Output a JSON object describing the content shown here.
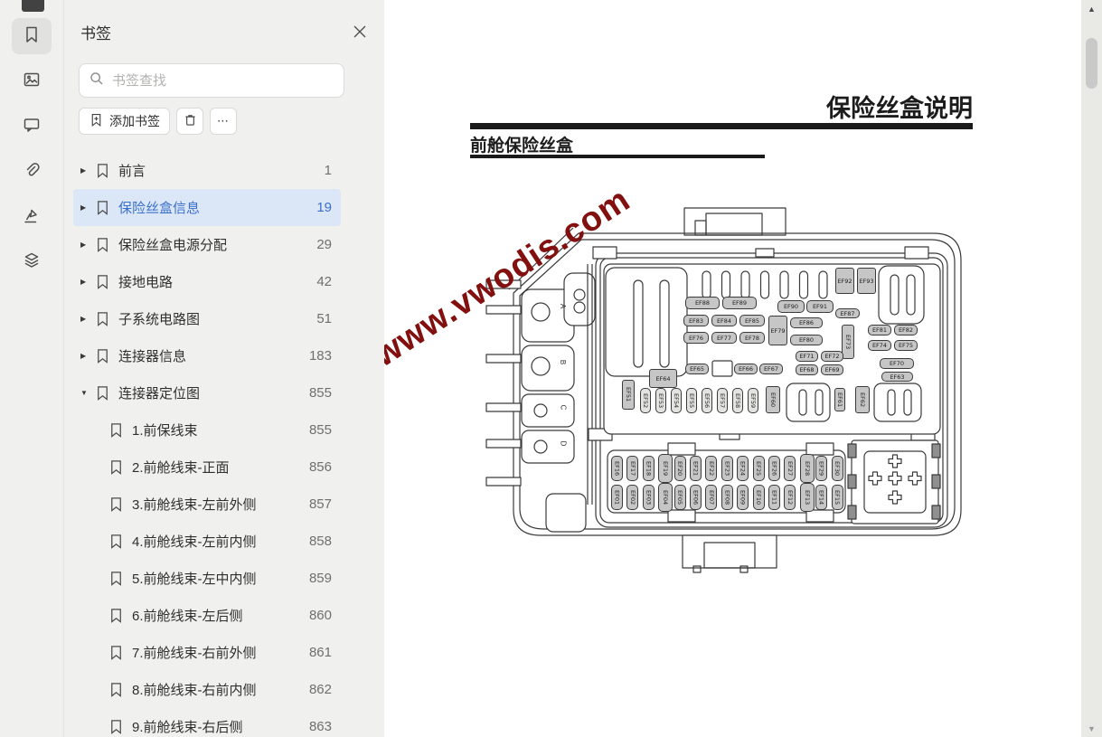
{
  "left_toolbar": {
    "items": [
      {
        "name": "bookmarks",
        "selected": true
      },
      {
        "name": "images",
        "selected": false
      },
      {
        "name": "comments",
        "selected": false
      },
      {
        "name": "attachments",
        "selected": false
      },
      {
        "name": "signature",
        "selected": false
      },
      {
        "name": "layers",
        "selected": false
      }
    ]
  },
  "bookmarks_panel": {
    "title": "书签",
    "search_placeholder": "书签查找",
    "add_bookmark_label": "添加书签",
    "more_label": "⋯",
    "selected_color": "#3a70cd",
    "selected_bg": "#dbe6f6",
    "items": [
      {
        "label": "前言",
        "page": "1",
        "level": 1,
        "arrow": "right",
        "selected": false
      },
      {
        "label": "保险丝盒信息",
        "page": "19",
        "level": 1,
        "arrow": "right",
        "selected": true
      },
      {
        "label": "保险丝盒电源分配",
        "page": "29",
        "level": 1,
        "arrow": "right",
        "selected": false
      },
      {
        "label": "接地电路",
        "page": "42",
        "level": 1,
        "arrow": "right",
        "selected": false
      },
      {
        "label": "子系统电路图",
        "page": "51",
        "level": 1,
        "arrow": "right",
        "selected": false
      },
      {
        "label": "连接器信息",
        "page": "183",
        "level": 1,
        "arrow": "right",
        "selected": false
      },
      {
        "label": "连接器定位图",
        "page": "855",
        "level": 1,
        "arrow": "down",
        "selected": false
      },
      {
        "label": "1.前保线束",
        "page": "855",
        "level": 2,
        "selected": false
      },
      {
        "label": "2.前舱线束-正面",
        "page": "856",
        "level": 2,
        "selected": false
      },
      {
        "label": "3.前舱线束-左前外侧",
        "page": "857",
        "level": 2,
        "selected": false
      },
      {
        "label": "4.前舱线束-左前内侧",
        "page": "858",
        "level": 2,
        "selected": false
      },
      {
        "label": "5.前舱线束-左中内侧",
        "page": "859",
        "level": 2,
        "selected": false
      },
      {
        "label": "6.前舱线束-左后侧",
        "page": "860",
        "level": 2,
        "selected": false
      },
      {
        "label": "7.前舱线束-右前外侧",
        "page": "861",
        "level": 2,
        "selected": false
      },
      {
        "label": "8.前舱线束-右前内侧",
        "page": "862",
        "level": 2,
        "selected": false
      },
      {
        "label": "9.前舱线束-右后侧",
        "page": "863",
        "level": 2,
        "selected": false
      }
    ]
  },
  "document": {
    "page_title": "保险丝盒说明",
    "section_title": "前舱保险丝盒",
    "watermark": "www.vwodis.com",
    "watermark_color": "#82100f",
    "diagram": {
      "terminals": [
        "A",
        "B",
        "C",
        "D"
      ],
      "fuses": {
        "f88_89": [
          "EF88",
          "EF89"
        ],
        "f90_91": [
          "EF90",
          "EF91"
        ],
        "f92_93": [
          "EF92",
          "EF93"
        ],
        "f83_85": [
          "EF83",
          "EF84",
          "EF85"
        ],
        "f76_78": [
          "EF76",
          "EF77",
          "EF78"
        ],
        "f79": [
          "EF79"
        ],
        "f86_80": [
          "EF86",
          "EF80"
        ],
        "f87": [
          "EF87"
        ],
        "f73": [
          "EF73"
        ],
        "f81_82": [
          "EF81",
          "EF82"
        ],
        "f74_75": [
          "EF74",
          "EF75"
        ],
        "f70": [
          "EF70"
        ],
        "f63": [
          "EF63"
        ],
        "f65_67": [
          "EF65",
          "EF66",
          "EF67"
        ],
        "f71_72": [
          "EF71",
          "EF72"
        ],
        "f68_69": [
          "EF68",
          "EF69"
        ],
        "f64": [
          "EF64"
        ],
        "f51": [
          "EF51"
        ],
        "f52_59": [
          "EF52",
          "EF53",
          "EF54",
          "EF55",
          "EF56",
          "EF57",
          "EF58",
          "EF59"
        ],
        "f60": [
          "EF60"
        ],
        "f61": [
          "EF61"
        ],
        "f62": [
          "EF62"
        ],
        "f16_30": [
          "EF16",
          "EF17",
          "EF18",
          "EF19",
          "EF20",
          "EF21",
          "EF22",
          "EF23",
          "EF24",
          "EF25",
          "EF26",
          "EF27",
          "EF28",
          "EF29",
          "EF30"
        ],
        "f01_15": [
          "EF01",
          "EF02",
          "EF03",
          "EF04",
          "EF05",
          "EF06",
          "EF07",
          "EF08",
          "EF09",
          "EF10",
          "EF11",
          "EF12",
          "EF13",
          "EF14",
          "EF15"
        ]
      }
    }
  }
}
